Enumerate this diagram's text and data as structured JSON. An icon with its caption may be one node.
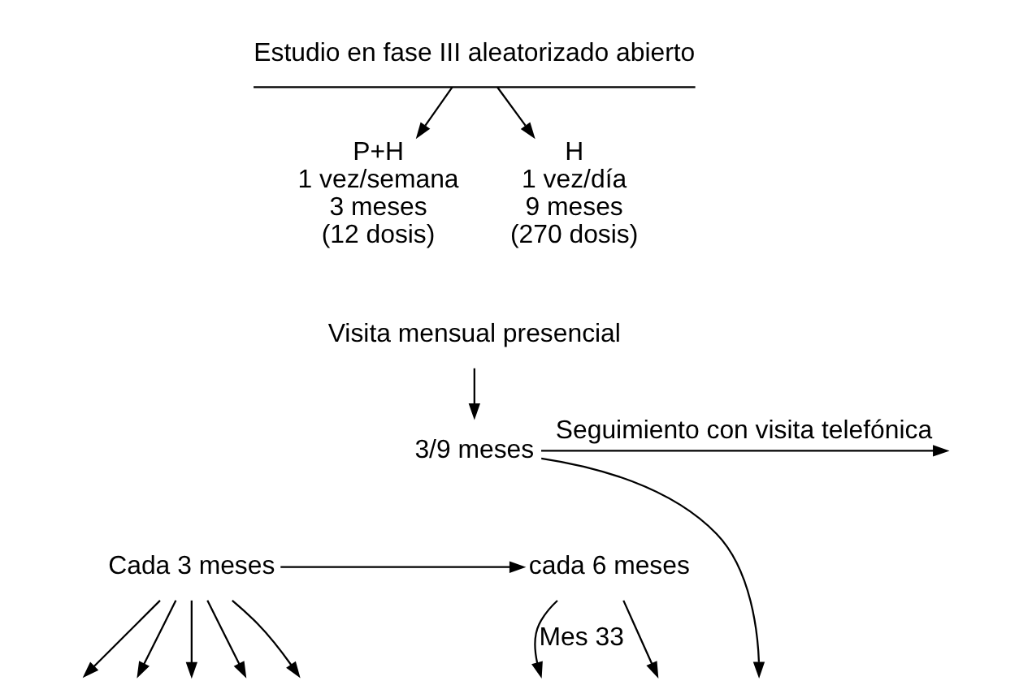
{
  "diagram": {
    "nodes": [
      {
        "text": [
          "Estudio en fase III aleatorizado abierto"
        ]
      },
      {
        "text": [
          "P+H",
          "1 vez/semana",
          "3 meses",
          "(12 dosis)"
        ]
      },
      {
        "text": [
          "H",
          "1 vez/día",
          "9 meses",
          "(270 dosis)"
        ]
      },
      {
        "text": [
          "Visita mensual presencial"
        ]
      },
      {
        "text": [
          "3/9 meses"
        ]
      },
      {
        "text": [
          "Cada 3 meses"
        ]
      },
      {
        "text": [
          "cada 6 meses"
        ]
      }
    ],
    "edges": [
      {
        "from": 0,
        "to": 1,
        "arrow": "to"
      },
      {
        "from": 0,
        "to": 2,
        "arrow": "to"
      },
      {
        "from": 3,
        "to": 4,
        "arrow": "to"
      },
      {
        "from": 4,
        "to": null,
        "arrow": "to",
        "label": "Seguimiento con visita telefónica"
      },
      {
        "from": 5,
        "to": 6,
        "arrow": "to"
      },
      {
        "from": 4,
        "to": null,
        "arrow": "to"
      },
      {
        "from": 5,
        "to": null,
        "arrow": "to"
      },
      {
        "from": 5,
        "to": null,
        "arrow": "to"
      },
      {
        "from": 5,
        "to": null,
        "arrow": "to"
      },
      {
        "from": 5,
        "to": null,
        "arrow": "to"
      },
      {
        "from": 5,
        "to": null,
        "arrow": "to"
      },
      {
        "from": 6,
        "to": null,
        "arrow": "to"
      },
      {
        "from": 6,
        "to": null,
        "arrow": "to",
        "label": "Mes 33"
      }
    ]
  }
}
